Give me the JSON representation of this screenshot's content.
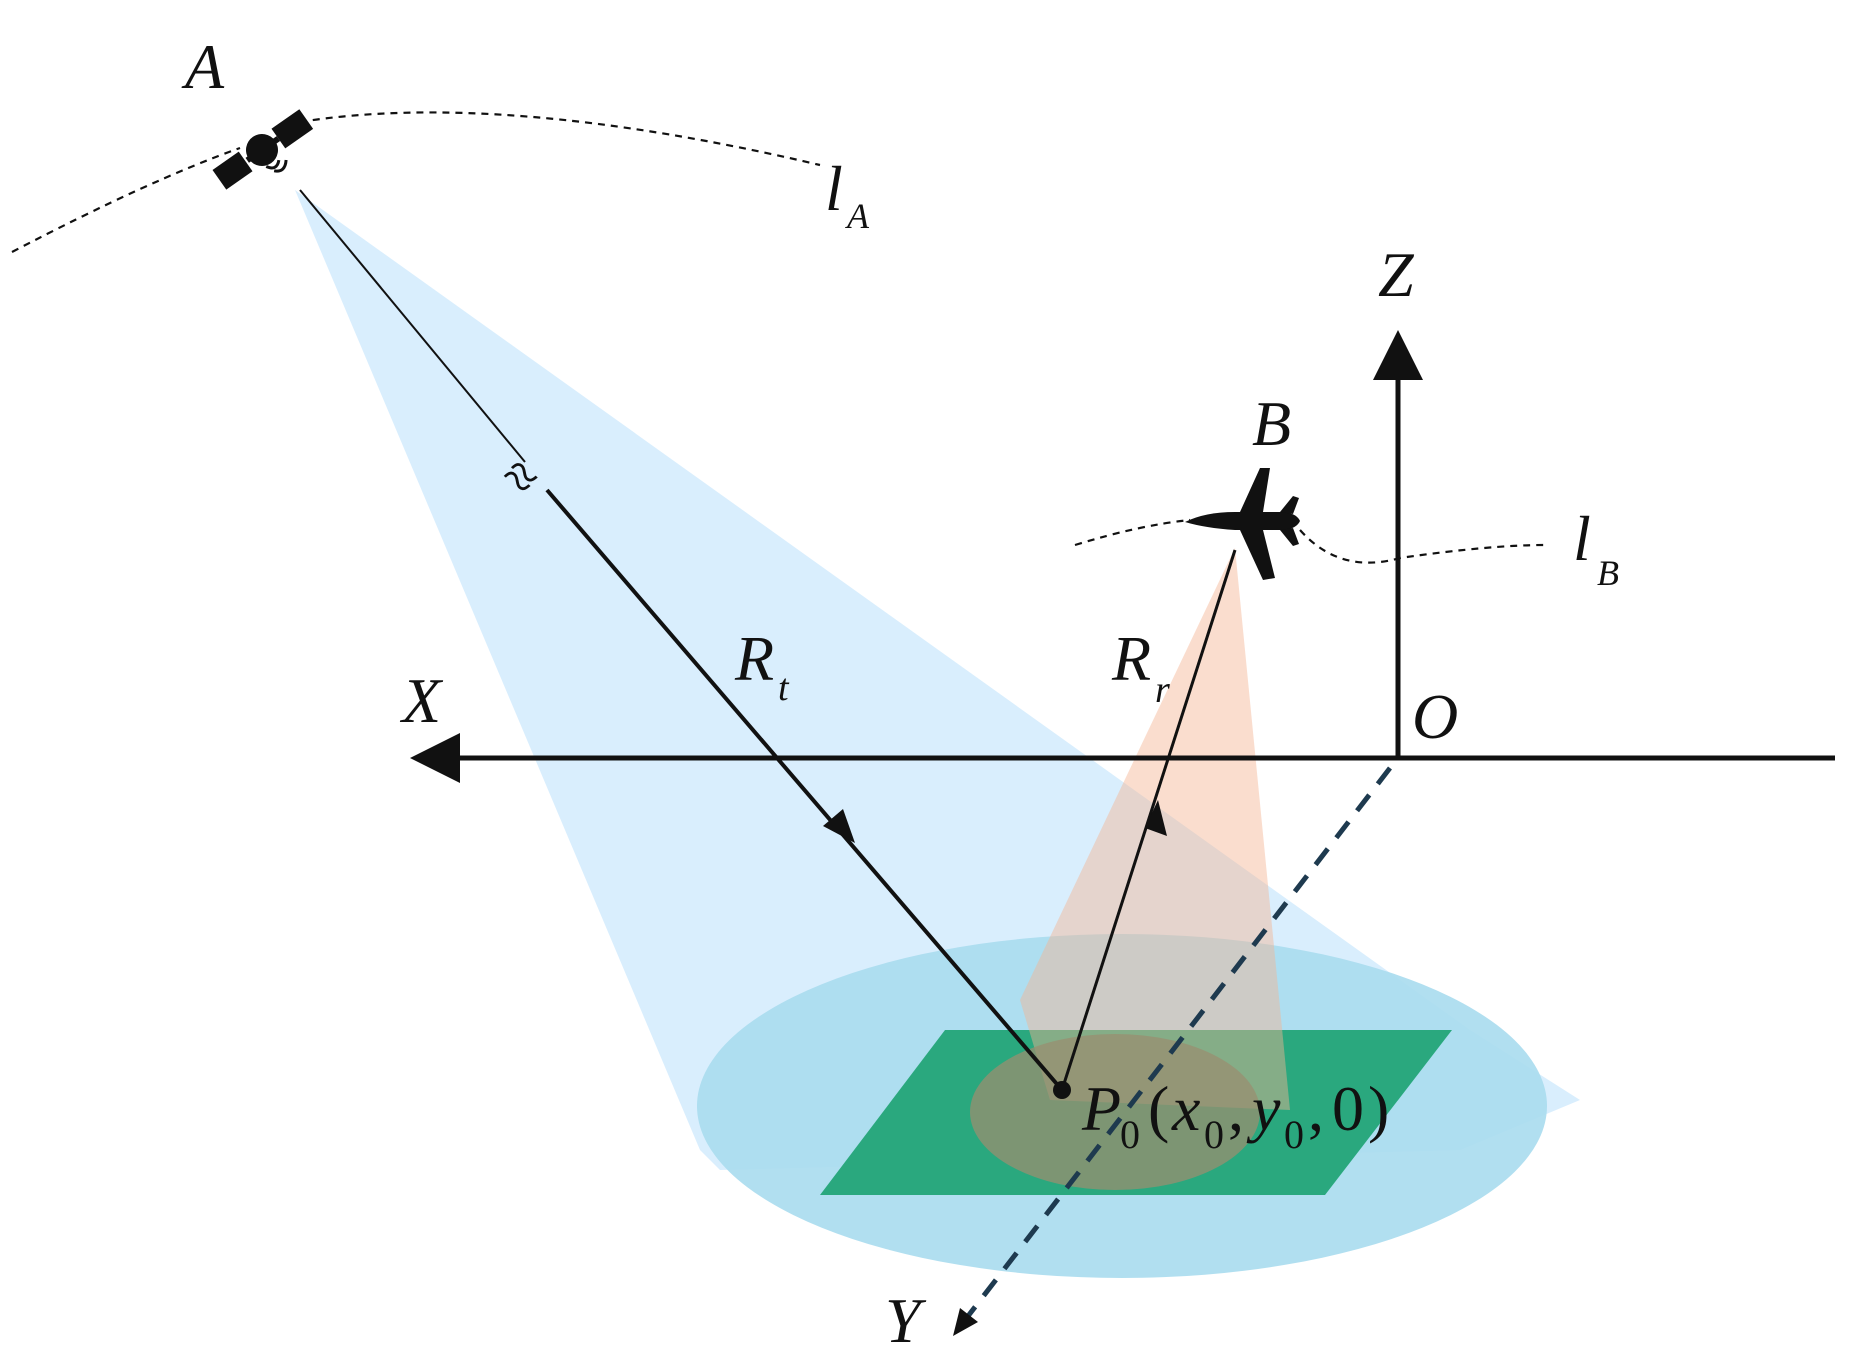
{
  "labels": {
    "satellite": "A",
    "satellite_track": "l",
    "satellite_track_sub": "A",
    "aircraft": "B",
    "aircraft_track": "l",
    "aircraft_track_sub": "B",
    "range_tx": "R",
    "range_tx_sub": "t",
    "range_rx": "R",
    "range_rx_sub": "r",
    "axis_x": "X",
    "axis_y": "Y",
    "axis_z": "Z",
    "origin": "O",
    "point_name": "P",
    "point_name_sub": "0",
    "point_open": "(",
    "point_x": "x",
    "point_x_sub": "0",
    "point_comma1": ",",
    "point_y": "y",
    "point_y_sub": "0",
    "point_comma2": ",",
    "point_z": "0",
    "point_close": ")",
    "break_symbol": "≈"
  },
  "colors": {
    "tx_beam": "#bfe3fb",
    "tx_footprint": "#a9dcee",
    "rx_beam": "#f4b392",
    "scene_patch": "#2aa87e",
    "rx_footprint": "#9a8f70",
    "y_axis": "#1e3a4f",
    "ink": "#111111"
  },
  "icons": {
    "satellite": "satellite-icon",
    "aircraft": "airplane-icon"
  }
}
